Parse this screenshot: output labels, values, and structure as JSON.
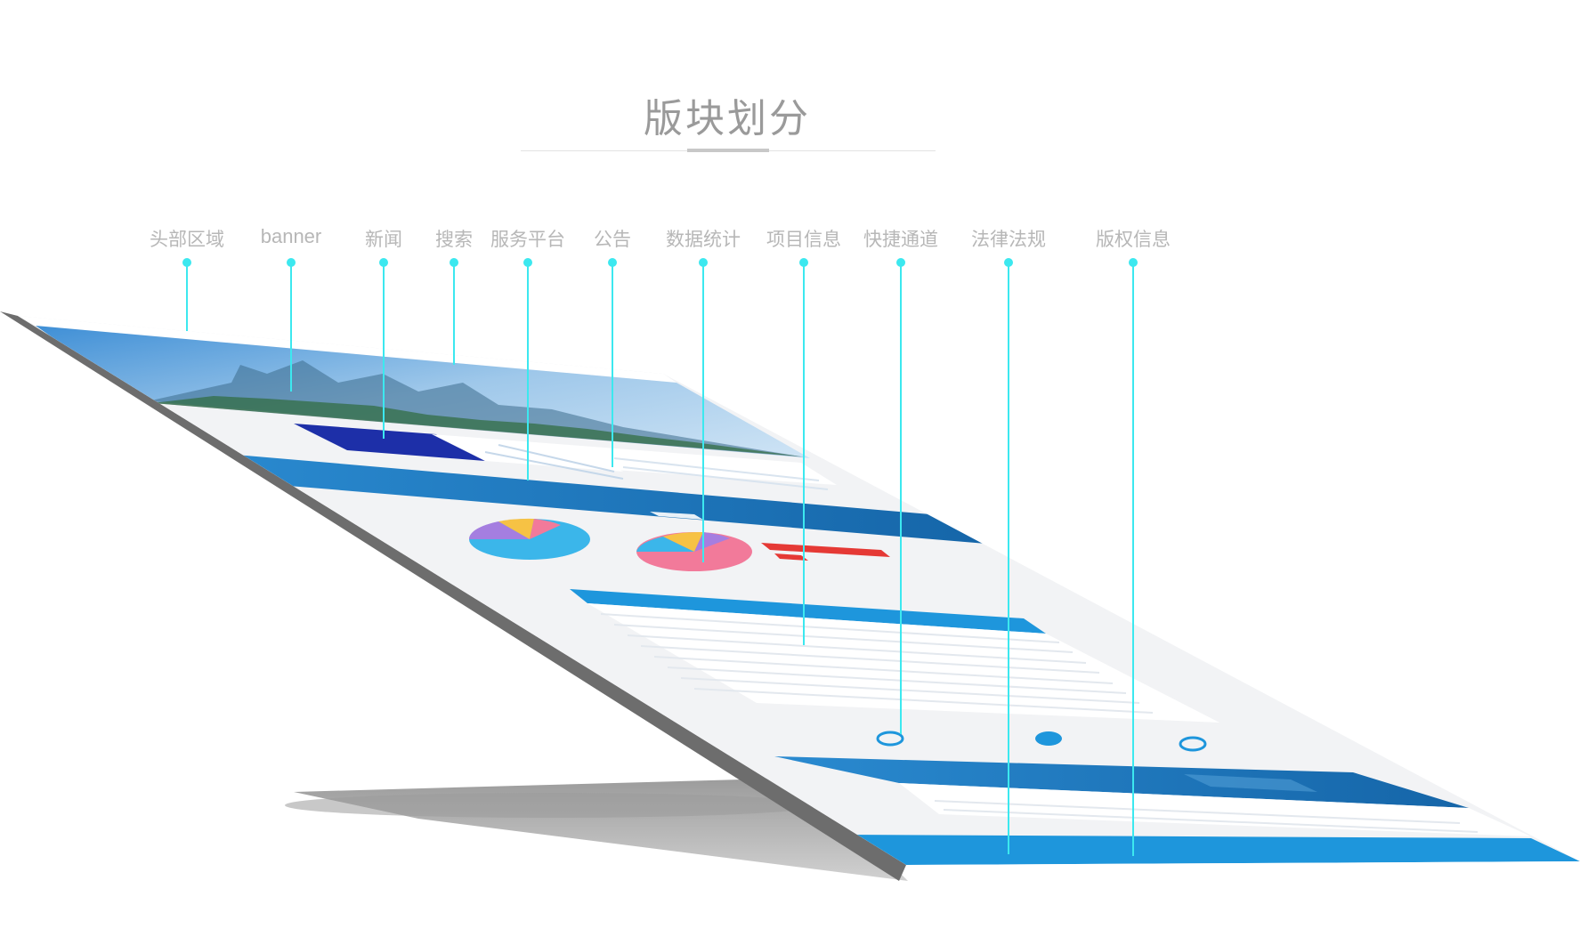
{
  "page": {
    "title": "版块划分"
  },
  "sections": [
    {
      "id": "header",
      "label": "头部区域"
    },
    {
      "id": "banner",
      "label": "banner"
    },
    {
      "id": "news",
      "label": "新闻"
    },
    {
      "id": "search",
      "label": "搜索"
    },
    {
      "id": "service",
      "label": "服务平台"
    },
    {
      "id": "notice",
      "label": "公告"
    },
    {
      "id": "stats",
      "label": "数据统计"
    },
    {
      "id": "projects",
      "label": "项目信息"
    },
    {
      "id": "quick",
      "label": "快捷通道"
    },
    {
      "id": "law",
      "label": "法律法规"
    },
    {
      "id": "copyright",
      "label": "版权信息"
    }
  ],
  "colors": {
    "accent": "#1e96dc",
    "dark_blue": "#1a6fb0",
    "pointer": "#3ce8ef",
    "pie": [
      "#3bb6ea",
      "#f27a9a",
      "#a57ee0",
      "#f6c244",
      "#5fd0a0"
    ],
    "bar_red": "#e53935"
  }
}
